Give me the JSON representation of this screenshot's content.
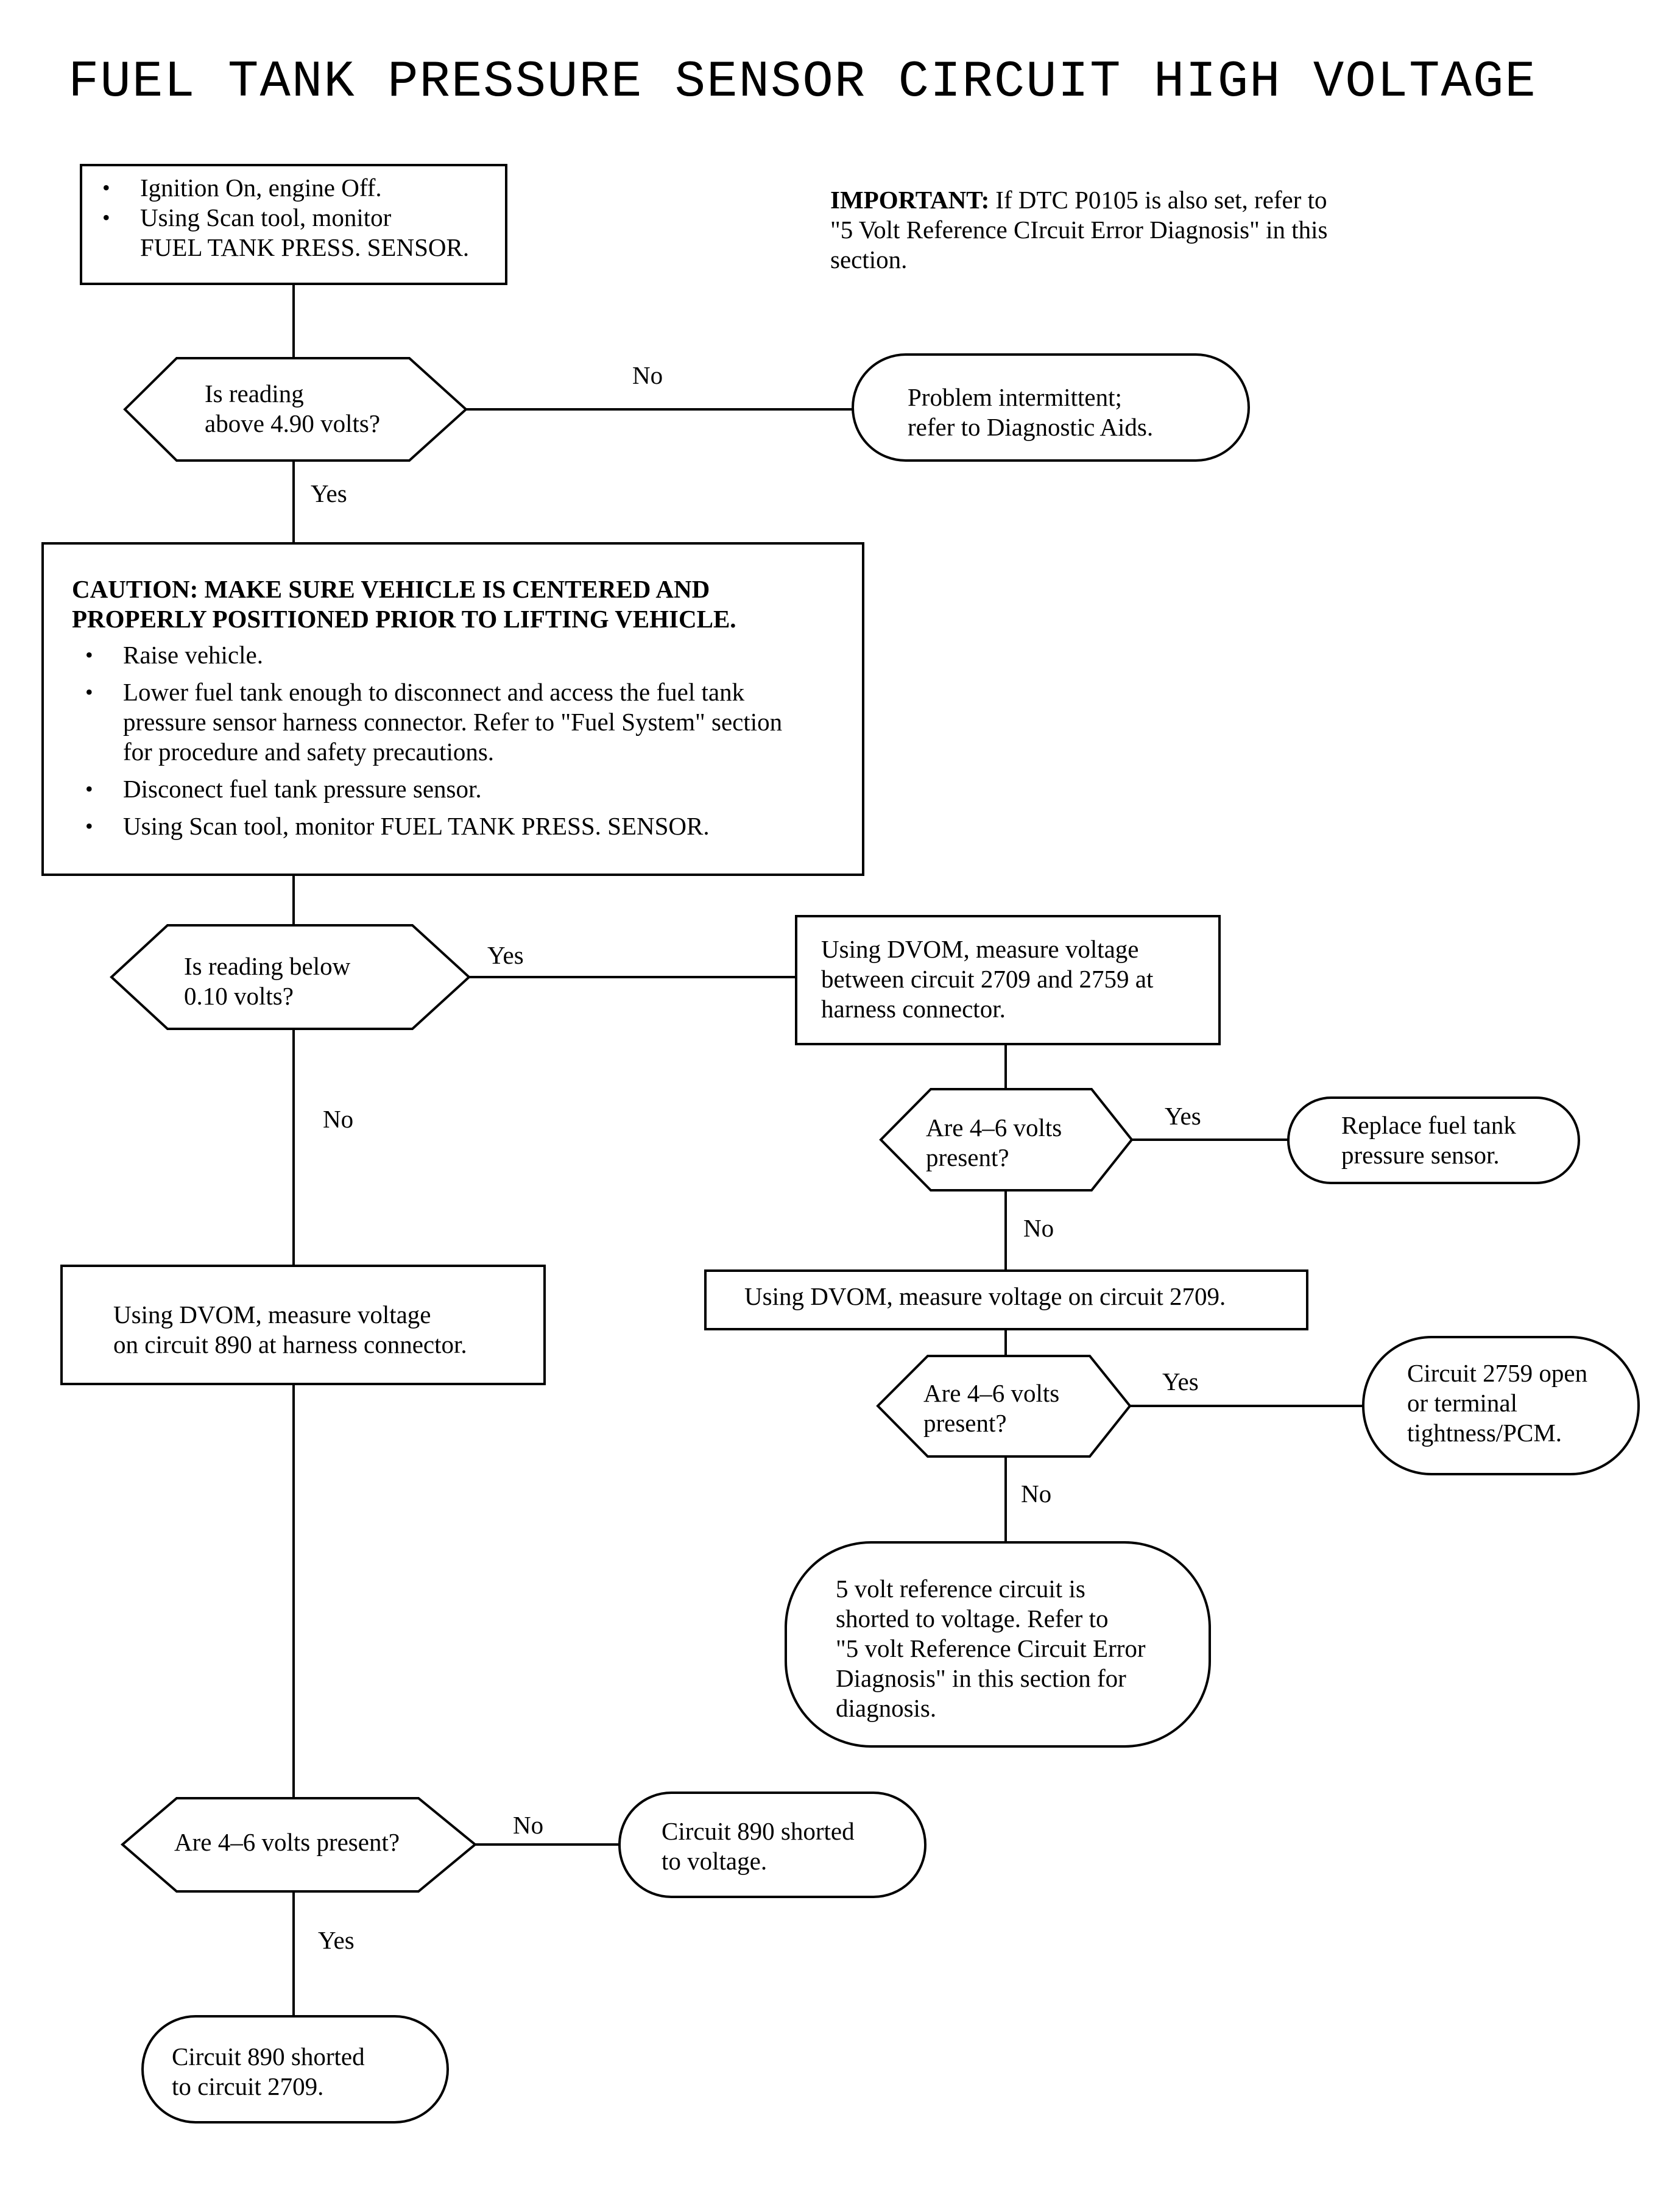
{
  "title": "FUEL TANK PRESSURE SENSOR CIRCUIT HIGH VOLTAGE",
  "important": {
    "label": "IMPORTANT:",
    "text_line1": "If DTC P0105 is also set, refer to",
    "text_line2": "\"5 Volt Reference CIrcuit Error Diagnosis\" in this",
    "text_line3": "section."
  },
  "start_box": {
    "item1": "Ignition On, engine Off.",
    "item2_line1": "Using Scan tool, monitor",
    "item2_line2": "FUEL TANK PRESS. SENSOR."
  },
  "decision1": {
    "line1": "Is reading",
    "line2": "above 4.90 volts?"
  },
  "end_intermittent": {
    "line1": "Problem intermittent;",
    "line2": "refer to Diagnostic Aids."
  },
  "caution_box": {
    "caution_line1": "CAUTION: MAKE SURE VEHICLE IS CENTERED AND",
    "caution_line2": "PROPERLY POSITIONED PRIOR TO LIFTING VEHICLE.",
    "item1": "Raise vehicle.",
    "item2_line1": "Lower fuel tank enough to disconnect and access the fuel tank",
    "item2_line2": "pressure sensor harness connector. Refer to \"Fuel System\" section",
    "item2_line3": "for procedure and safety precautions.",
    "item3": "Disconect fuel tank pressure sensor.",
    "item4": "Using Scan tool, monitor FUEL TANK PRESS. SENSOR."
  },
  "decision2": {
    "line1": "Is reading below",
    "line2": "0.10 volts?"
  },
  "box_measure_2709_2759": {
    "line1": "Using DVOM, measure voltage",
    "line2": "between circuit 2709 and 2759 at",
    "line3": "harness connector."
  },
  "decision3": {
    "line1": "Are 4–6 volts",
    "line2": "present?"
  },
  "end_replace_sensor": {
    "line1": "Replace fuel tank",
    "line2": "pressure sensor."
  },
  "box_measure_2709": {
    "line1": "Using DVOM, measure voltage on circuit 2709."
  },
  "decision4": {
    "line1": "Are 4–6 volts",
    "line2": "present?"
  },
  "end_2759_open": {
    "line1": "Circuit 2759 open",
    "line2": "or terminal",
    "line3": "tightness/PCM."
  },
  "end_5v_ref": {
    "line1": "5 volt reference circuit is",
    "line2": "shorted to voltage. Refer to",
    "line3": "\"5 volt Reference Circuit Error",
    "line4": "Diagnosis\" in this section for",
    "line5": "diagnosis."
  },
  "box_measure_890": {
    "line1": "Using DVOM, measure voltage",
    "line2": "on circuit 890 at harness connector."
  },
  "decision5": {
    "line1": "Are 4–6 volts present?"
  },
  "end_890_voltage": {
    "line1": "Circuit 890 shorted",
    "line2": "to voltage."
  },
  "end_890_2709": {
    "line1": "Circuit 890 shorted",
    "line2": "to circuit 2709."
  },
  "labels": {
    "d1_no": "No",
    "d1_yes": "Yes",
    "d2_yes": "Yes",
    "d2_no": "No",
    "d3_yes": "Yes",
    "d3_no": "No",
    "d4_yes": "Yes",
    "d4_no": "No",
    "d5_no": "No",
    "d5_yes": "Yes"
  },
  "bullet_symbol": "•"
}
